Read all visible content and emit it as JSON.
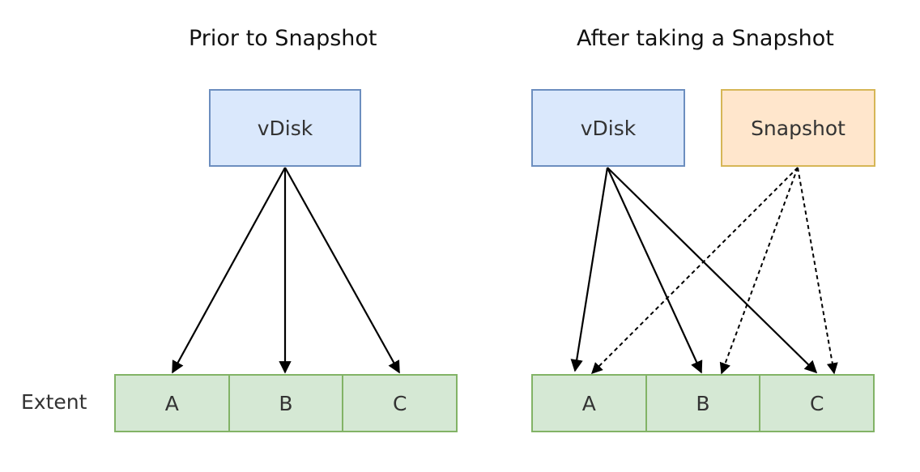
{
  "left_panel": {
    "title": "Prior to Snapshot",
    "vdisk_label": "vDisk",
    "extent_row_label": "Extent",
    "extents": [
      "A",
      "B",
      "C"
    ]
  },
  "right_panel": {
    "title": "After taking a Snapshot",
    "vdisk_label": "vDisk",
    "snapshot_label": "Snapshot",
    "extents": [
      "A",
      "B",
      "C"
    ]
  },
  "colors": {
    "vdisk_fill": "#dae8fc",
    "vdisk_stroke": "#6c8ebf",
    "snapshot_fill": "#ffe6cc",
    "snapshot_stroke": "#d6b656",
    "extent_fill": "#d5e8d4",
    "extent_stroke": "#82b366"
  }
}
